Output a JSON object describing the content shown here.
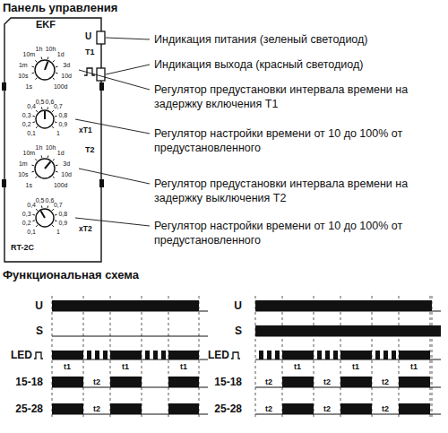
{
  "diagram": {
    "title": "Панель управления",
    "labels": [
      "EKF",
      "U",
      "T1",
      "1s",
      "10s",
      "1m",
      "10m",
      "1h",
      "10h",
      "1d",
      "3d",
      "10d",
      "100d",
      "0,1",
      "0,2",
      "0,3",
      "0,4",
      "0,5",
      "0,6",
      "0,7",
      "0,8",
      "0,9",
      "1",
      "xT1",
      "T2",
      "1s",
      "10s",
      "1m",
      "10m",
      "1h",
      "10h",
      "1d",
      "3d",
      "10d",
      "100d",
      "0,1",
      "0,2",
      "0,3",
      "0,4",
      "0,5",
      "0,6",
      "0,7",
      "0,8",
      "0,9",
      "1",
      "xT2",
      "RT-2C",
      "Индикация питания (зеленый светодиод)",
      "Индикация выхода (красный светодиод)",
      "Регулятор предустановки интервала времени на задержку включения T1",
      "Регулятор настройки времени от 10 до 100% от предустановленного",
      "Регулятор предустановки интервала времени на задержку выключения T2",
      "Регулятор настройки времени от 10 до 100% от предустановленного",
      "Функциональная схема",
      "U",
      "S",
      "LED",
      "15-18",
      "25-28",
      "t1",
      "t1",
      "t1",
      "t2",
      "t2",
      "U",
      "S",
      "LED",
      "15-18",
      "25-28",
      "t1",
      "t1",
      "t1",
      "t2",
      "t2",
      "t2",
      "t2",
      "t2",
      "t2"
    ]
  }
}
